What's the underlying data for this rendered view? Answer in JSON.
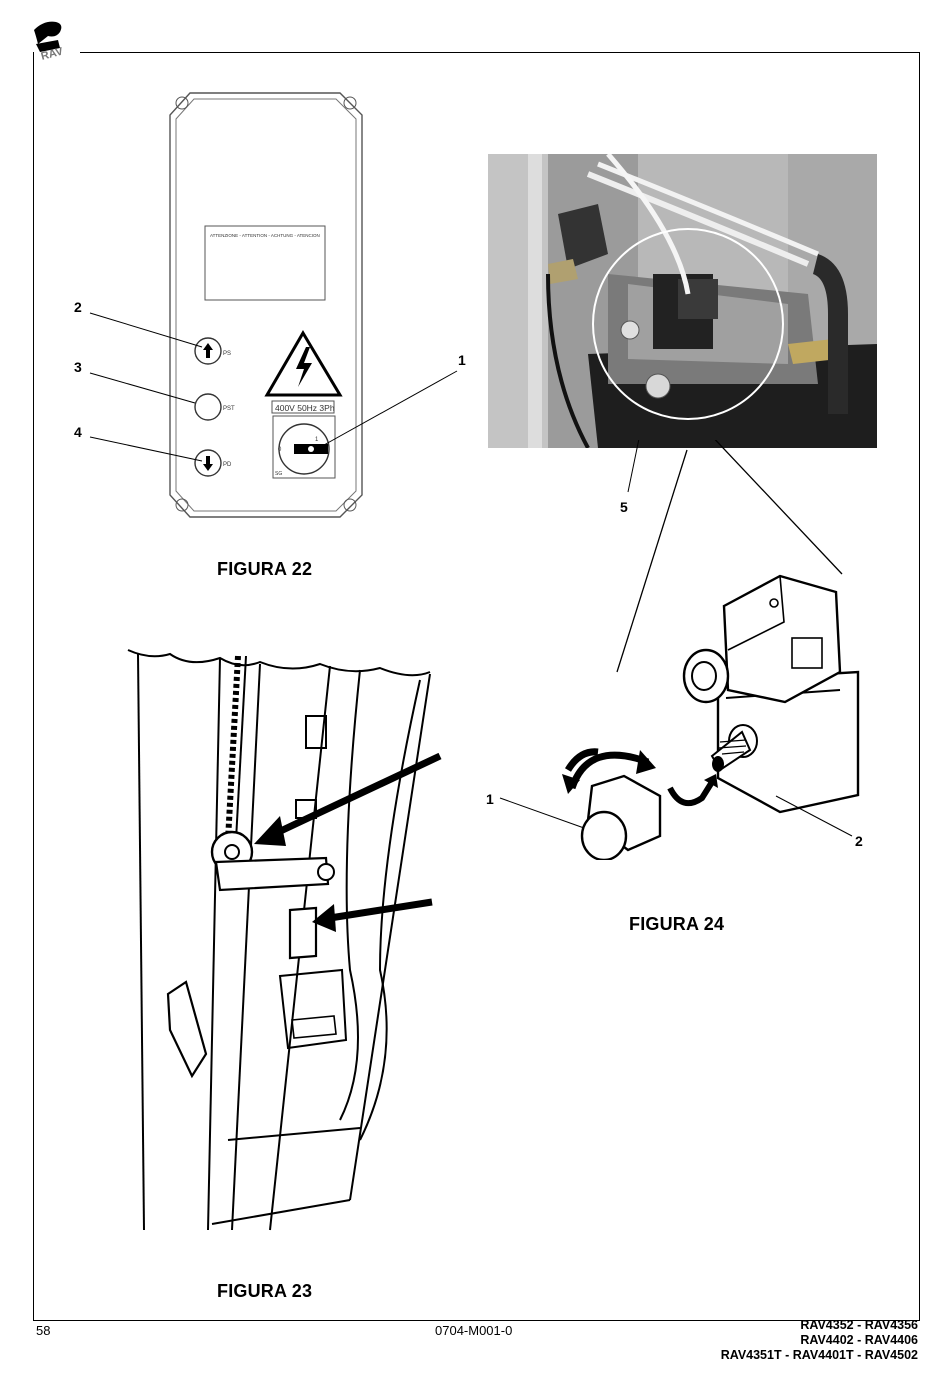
{
  "header": {
    "logo_text": "RAV"
  },
  "figure22": {
    "caption": "FIGURA 22",
    "warning_text": "ATTENZIONE - ATTENTION - ACHTUNG - ATENCION",
    "voltage_label": "400V 50Hz 3Ph",
    "switch_labels": {
      "off": "0",
      "on": "1",
      "sg": "SG"
    },
    "button_labels": {
      "ps": "PS",
      "pst": "PST",
      "pd": "PD"
    },
    "callouts": {
      "c1": "1",
      "c2": "2",
      "c3": "3",
      "c4": "4"
    }
  },
  "figure23": {
    "caption": "FIGURA 23"
  },
  "figure24": {
    "caption": "FIGURA 24",
    "callouts": {
      "c1": "1",
      "c2": "2",
      "c5": "5"
    }
  },
  "footer": {
    "page_number": "58",
    "doc_code": "0704-M001-0",
    "models": [
      "RAV4352 - RAV4356",
      "RAV4402 - RAV4406",
      "RAV4351T - RAV4401T - RAV4502"
    ]
  }
}
